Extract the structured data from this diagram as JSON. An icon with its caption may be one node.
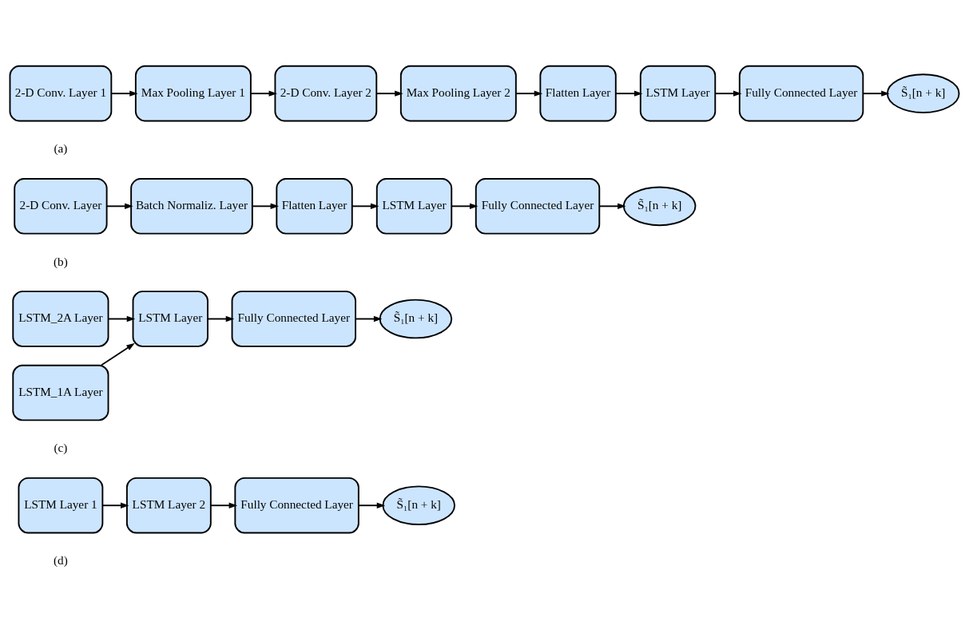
{
  "diagram": {
    "nodes": [
      {
        "text": [
          "2-D Conv. Layer 1"
        ]
      },
      {
        "text": [
          "Max Pooling Layer 1"
        ]
      },
      {
        "text": [
          "2-D Conv. Layer 2"
        ]
      },
      {
        "text": [
          "Max Pooling Layer 2"
        ]
      },
      {
        "text": [
          "Flatten Layer"
        ]
      },
      {
        "text": [
          "LSTM Layer"
        ]
      },
      {
        "text": [
          "Fully Connected Layer"
        ]
      },
      {
        "text": [
          "S̃₁[n + k]"
        ]
      },
      {
        "text": [
          "2-D Conv. Layer"
        ]
      },
      {
        "text": [
          "Batch Normaliz. Layer"
        ]
      },
      {
        "text": [
          "Flatten Layer"
        ]
      },
      {
        "text": [
          "LSTM Layer"
        ]
      },
      {
        "text": [
          "Fully Connected Layer"
        ]
      },
      {
        "text": [
          "S̃₁[n + k]"
        ]
      },
      {
        "text": [
          "LSTM_2A Layer"
        ]
      },
      {
        "text": [
          "LSTM_1A Layer"
        ]
      },
      {
        "text": [
          "LSTM Layer"
        ]
      },
      {
        "text": [
          "Fully Connected Layer"
        ]
      },
      {
        "text": [
          "S̃₁[n + k]"
        ]
      },
      {
        "text": [
          "LSTM Layer 1"
        ]
      },
      {
        "text": [
          "LSTM Layer 2"
        ]
      },
      {
        "text": [
          "Fully Connected Layer"
        ]
      },
      {
        "text": [
          "S̃₁[n + k]"
        ]
      }
    ],
    "edges": [
      {
        "from": 0,
        "to": 1,
        "arrow": "to"
      },
      {
        "from": 1,
        "to": 2,
        "arrow": "to"
      },
      {
        "from": 2,
        "to": 3,
        "arrow": "to"
      },
      {
        "from": 3,
        "to": 4,
        "arrow": "to"
      },
      {
        "from": 4,
        "to": 5,
        "arrow": "to"
      },
      {
        "from": 5,
        "to": 6,
        "arrow": "to"
      },
      {
        "from": 6,
        "to": 7,
        "arrow": "to"
      },
      {
        "from": 8,
        "to": 9,
        "arrow": "to"
      },
      {
        "from": 9,
        "to": 10,
        "arrow": "to"
      },
      {
        "from": 10,
        "to": 11,
        "arrow": "to"
      },
      {
        "from": 11,
        "to": 12,
        "arrow": "to"
      },
      {
        "from": 12,
        "to": 13,
        "arrow": "to"
      },
      {
        "from": 14,
        "to": 16,
        "arrow": "to"
      },
      {
        "from": 15,
        "to": 16,
        "arrow": "to"
      },
      {
        "from": 16,
        "to": 17,
        "arrow": "to"
      },
      {
        "from": 17,
        "to": 18,
        "arrow": "to"
      },
      {
        "from": 19,
        "to": 20,
        "arrow": "to"
      },
      {
        "from": 20,
        "to": 21,
        "arrow": "to"
      },
      {
        "from": 21,
        "to": 22,
        "arrow": "to"
      }
    ],
    "labels": [
      "(a)",
      "(b)",
      "(c)",
      "(d)"
    ]
  }
}
